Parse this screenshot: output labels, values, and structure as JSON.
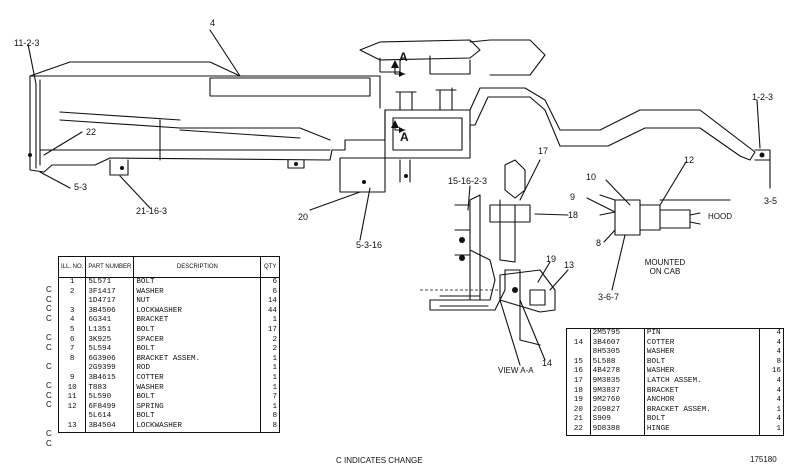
{
  "callouts": {
    "c_11_2_3": "11-2-3",
    "c_4": "4",
    "c_22": "22",
    "c_5_3_left": "5-3",
    "c_21_16_3": "21-16-3",
    "c_20": "20",
    "c_5_3_16": "5-3-16",
    "c_15_16_2_3": "15-16-2-3",
    "c_17": "17",
    "c_18": "18",
    "c_19": "19",
    "c_13": "13",
    "c_14": "14",
    "c_1_2_3": "1-2-3",
    "c_3_5": "3-5",
    "c_10": "10",
    "c_9": "9",
    "c_12": "12",
    "c_8": "8",
    "c_3_6_7": "3-6-7",
    "section_a_top": "A",
    "section_a_bottom": "A"
  },
  "labels": {
    "hood": "HOOD",
    "mounted_line1": "MOUNTED",
    "mounted_line2": "ON CAB",
    "view_aa": "VIEW A-A"
  },
  "table_left": {
    "headers": {
      "ill_no": "ILL. NO.",
      "part_number": "PART NUMBER",
      "description": "DESCRIPTION",
      "qty": "QTY"
    },
    "change_marks": [
      "C",
      "C",
      "C",
      "C",
      "",
      "C",
      "C",
      "",
      "C",
      "",
      "C",
      "C",
      "C",
      "",
      "",
      "C",
      "C"
    ],
    "rows": [
      {
        "ill": "1",
        "part": "5L571",
        "desc": "BOLT",
        "qty": "6"
      },
      {
        "ill": "2",
        "part": "3F1417",
        "desc": "WASHER",
        "qty": "6"
      },
      {
        "ill": "",
        "part": "1D4717",
        "desc": "NUT",
        "qty": "14"
      },
      {
        "ill": "3",
        "part": "3B4506",
        "desc": "LOCKWASHER",
        "qty": "44"
      },
      {
        "ill": "4",
        "part": "6G341",
        "desc": "BRACKET",
        "qty": "1"
      },
      {
        "ill": "5",
        "part": "L1351",
        "desc": "BOLT",
        "qty": "17"
      },
      {
        "ill": "6",
        "part": "3K925",
        "desc": "SPACER",
        "qty": "2"
      },
      {
        "ill": "7",
        "part": "5L594",
        "desc": "BOLT",
        "qty": "2"
      },
      {
        "ill": "8",
        "part": "6G3906",
        "desc": "BRACKET ASSEM.",
        "qty": "1"
      },
      {
        "ill": "",
        "part": "2G9399",
        "desc": "ROD",
        "qty": "1"
      },
      {
        "ill": "9",
        "part": "3B4615",
        "desc": "COTTER",
        "qty": "1"
      },
      {
        "ill": "10",
        "part": "T883",
        "desc": "WASHER",
        "qty": "1"
      },
      {
        "ill": "11",
        "part": "5L590",
        "desc": "BOLT",
        "qty": "7"
      },
      {
        "ill": "12",
        "part": "6F8499",
        "desc": "SPRING",
        "qty": "1"
      },
      {
        "ill": "",
        "part": "5L614",
        "desc": "BOLT",
        "qty": "8"
      },
      {
        "ill": "13",
        "part": "3B4504",
        "desc": "LOCKWASHER",
        "qty": "8"
      }
    ]
  },
  "table_right": {
    "rows": [
      {
        "ill": "",
        "part": "2M5795",
        "desc": "PIN",
        "qty": "4"
      },
      {
        "ill": "14",
        "part": "3B4607",
        "desc": "COTTER",
        "qty": "4"
      },
      {
        "ill": "",
        "part": "8H5305",
        "desc": "WASHER",
        "qty": "4"
      },
      {
        "ill": "15",
        "part": "5L588",
        "desc": "BOLT",
        "qty": "8"
      },
      {
        "ill": "16",
        "part": "4B4278",
        "desc": "WASHER",
        "qty": "16"
      },
      {
        "ill": "17",
        "part": "9M3835",
        "desc": "LATCH ASSEM.",
        "qty": "4"
      },
      {
        "ill": "18",
        "part": "9M3837",
        "desc": "BRACKET",
        "qty": "4"
      },
      {
        "ill": "19",
        "part": "9M2760",
        "desc": "ANCHOR",
        "qty": "4"
      },
      {
        "ill": "20",
        "part": "2G9827",
        "desc": "BRACKET ASSEM.",
        "qty": "1"
      },
      {
        "ill": "21",
        "part": "S909",
        "desc": "BOLT",
        "qty": "4"
      },
      {
        "ill": "22",
        "part": "9D8388",
        "desc": "HINGE",
        "qty": "1"
      }
    ]
  },
  "footer": {
    "change_note": "C INDICATES CHANGE",
    "drawing_number": "175180"
  }
}
